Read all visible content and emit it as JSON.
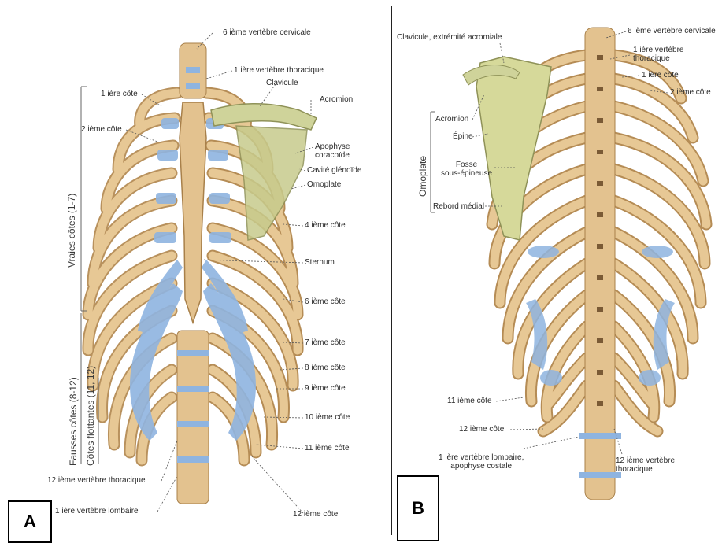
{
  "panel_a": {
    "badge": "A",
    "labels": {
      "c6": "6 ième vertèbre cervicale",
      "t1": "1 ière vertèbre thoracique",
      "rib1": "1 ière côte",
      "rib2": "2 ième côte",
      "clavicule": "Clavicule",
      "acromion": "Acromion",
      "coracoide": "Apophyse\ncoracoïde",
      "glenoide": "Cavité glénoïde",
      "omoplate": "Omoplate",
      "rib4": "4 ième côte",
      "sternum": "Sternum",
      "rib6": "6 ième côte",
      "rib7": "7 ième côte",
      "rib8": "8 ième côte",
      "rib9": "9 ième côte",
      "rib10": "10 ième côte",
      "rib11": "11 ième côte",
      "rib12": "12 ième côte",
      "t12": "12 ième vertèbre  thoracique",
      "l1": "1 ière vertèbre lombaire"
    },
    "groups": {
      "vraies": "Vraies côtes (1-7)",
      "fausses": "Fausses côtes (8-12)",
      "flottantes": "Côtes flottantes (11, 12)"
    }
  },
  "panel_b": {
    "badge": "B",
    "labels": {
      "clavicule_acromiale": "Clavicule, extrémité acromiale",
      "c6": "6 ième vertèbre cervicale",
      "t1": "1 ière vertèbre\nthoracique",
      "rib1": "1 ière côte",
      "rib2": "2 ième côte",
      "acromion": "Acromion",
      "epine": "Épine",
      "fosse": "Fosse\nsous-épineuse",
      "rebord": "Rebord médial",
      "rib11": "11 ième côte",
      "rib12": "12 ième côte",
      "l1": "1 ière vertèbre lombaire,\napophyse costale",
      "t12": "12 ième vertèbre\nthoracique"
    },
    "groups": {
      "omoplate": "Omoplate"
    }
  },
  "colors": {
    "bone": "#e3c28f",
    "bone_edge": "#a8804a",
    "cartilage": "#8fb4e0",
    "scapula": "#d6d99a",
    "scapula_edge": "#8f9258"
  }
}
